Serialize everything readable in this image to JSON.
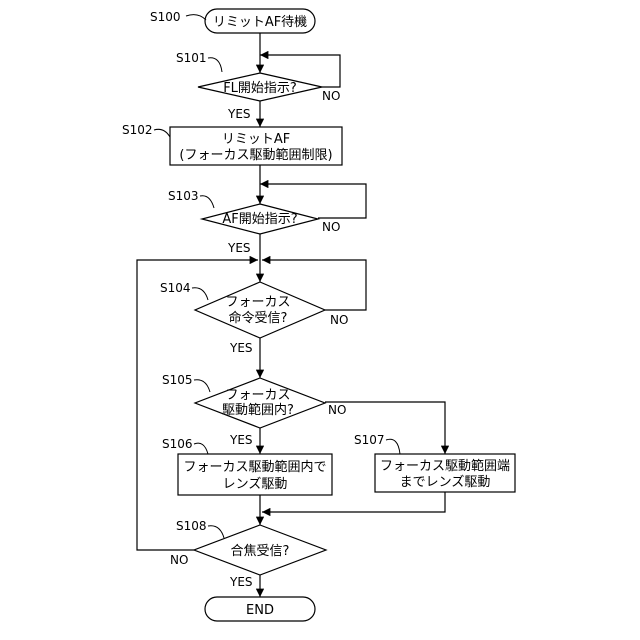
{
  "nodes": {
    "s100": {
      "step": "S100",
      "lines": [
        "リミットAF待機"
      ]
    },
    "s101": {
      "step": "S101",
      "lines": [
        "FL開始指示?"
      ]
    },
    "s102": {
      "step": "S102",
      "lines": [
        "リミットAF",
        "(フォーカス駆動範囲制限)"
      ]
    },
    "s103": {
      "step": "S103",
      "lines": [
        "AF開始指示?"
      ]
    },
    "s104": {
      "step": "S104",
      "lines": [
        "フォーカス",
        "命令受信?"
      ]
    },
    "s105": {
      "step": "S105",
      "lines": [
        "フォーカス",
        "駆動範囲内?"
      ]
    },
    "s106": {
      "step": "S106",
      "lines": [
        "フォーカス駆動範囲内で",
        "レンズ駆動"
      ]
    },
    "s107": {
      "step": "S107",
      "lines": [
        "フォーカス駆動範囲端",
        "までレンズ駆動"
      ]
    },
    "s108": {
      "step": "S108",
      "lines": [
        "合焦受信?"
      ]
    },
    "end": {
      "lines": [
        "END"
      ]
    }
  },
  "branch": {
    "yes": "YES",
    "no": "NO"
  }
}
